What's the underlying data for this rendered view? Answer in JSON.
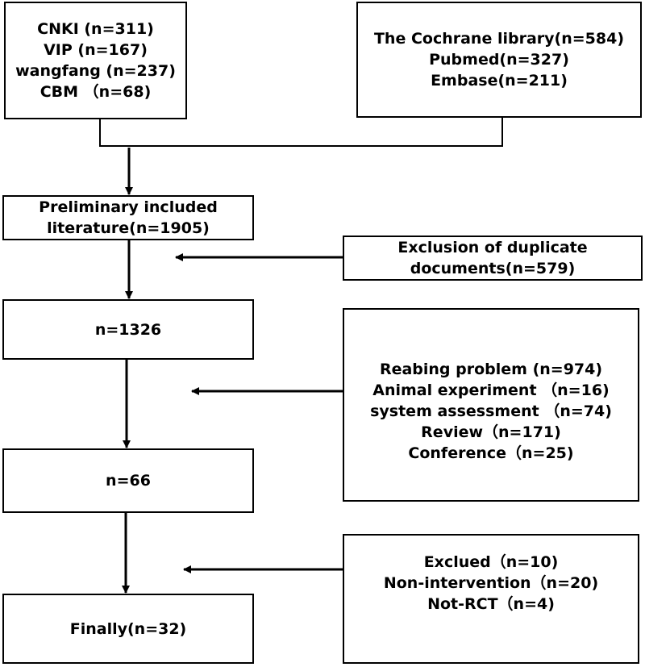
{
  "sources_cn": {
    "lines": [
      "CNKI (n=311)",
      "VIP (n=167)",
      "wangfang (n=237)",
      "CBM （n=68)"
    ]
  },
  "sources_en": {
    "lines": [
      "The Cochrane library(n=584)",
      "Pubmed(n=327)",
      "Embase(n=211)"
    ]
  },
  "preliminary": {
    "lines": [
      "Preliminary included",
      "literature(n=1905)"
    ]
  },
  "exclusion_duplicates": {
    "lines": [
      "Exclusion of duplicate",
      "documents(n=579)"
    ]
  },
  "step_1326": {
    "lines": [
      "n=1326"
    ]
  },
  "exclusion_reasons": {
    "lines": [
      "Reabing problem (n=974)",
      "Animal experiment （n=16)",
      "system assessment （n=74)",
      "Review（n=171)",
      "Conference（n=25)"
    ]
  },
  "step_66": {
    "lines": [
      "n=66"
    ]
  },
  "exclusion_final": {
    "lines": [
      "Exclued（n=10)",
      "Non-intervention（n=20)",
      "Not-RCT（n=4)"
    ]
  },
  "final": {
    "lines": [
      "Finally(n=32)"
    ]
  }
}
